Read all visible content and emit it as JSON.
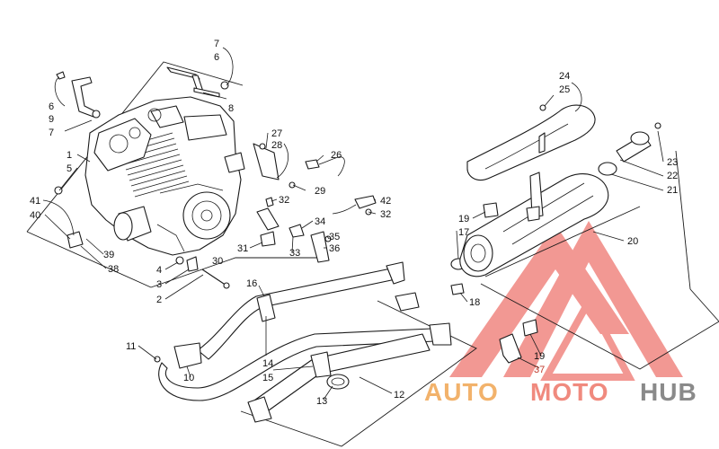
{
  "callouts": [
    {
      "id": "c7a",
      "text": "7"
    },
    {
      "id": "c6a",
      "text": "6"
    },
    {
      "id": "c8",
      "text": "8"
    },
    {
      "id": "c6b",
      "text": "6"
    },
    {
      "id": "c9",
      "text": "9"
    },
    {
      "id": "c7b",
      "text": "7"
    },
    {
      "id": "c1",
      "text": "1"
    },
    {
      "id": "c5",
      "text": "5"
    },
    {
      "id": "c41",
      "text": "41"
    },
    {
      "id": "c40",
      "text": "40"
    },
    {
      "id": "c39",
      "text": "39"
    },
    {
      "id": "c38",
      "text": "38"
    },
    {
      "id": "c27",
      "text": "27"
    },
    {
      "id": "c28",
      "text": "28"
    },
    {
      "id": "c26",
      "text": "26"
    },
    {
      "id": "c29",
      "text": "29"
    },
    {
      "id": "c32a",
      "text": "32"
    },
    {
      "id": "c42",
      "text": "42"
    },
    {
      "id": "c32b",
      "text": "32"
    },
    {
      "id": "c34",
      "text": "34"
    },
    {
      "id": "c35",
      "text": "35"
    },
    {
      "id": "c36",
      "text": "36"
    },
    {
      "id": "c33",
      "text": "33"
    },
    {
      "id": "c31",
      "text": "31"
    },
    {
      "id": "c30",
      "text": "30"
    },
    {
      "id": "c4",
      "text": "4"
    },
    {
      "id": "c3",
      "text": "3"
    },
    {
      "id": "c2",
      "text": "2"
    },
    {
      "id": "c16",
      "text": "16"
    },
    {
      "id": "c11",
      "text": "11"
    },
    {
      "id": "c10",
      "text": "10"
    },
    {
      "id": "c14",
      "text": "14"
    },
    {
      "id": "c15",
      "text": "15"
    },
    {
      "id": "c13",
      "text": "13"
    },
    {
      "id": "c12",
      "text": "12"
    },
    {
      "id": "c24",
      "text": "24"
    },
    {
      "id": "c25",
      "text": "25"
    },
    {
      "id": "c23",
      "text": "23"
    },
    {
      "id": "c22",
      "text": "22"
    },
    {
      "id": "c21",
      "text": "21"
    },
    {
      "id": "c19a",
      "text": "19"
    },
    {
      "id": "c17",
      "text": "17"
    },
    {
      "id": "c20",
      "text": "20"
    },
    {
      "id": "c18",
      "text": "18"
    },
    {
      "id": "c19b",
      "text": "19"
    },
    {
      "id": "c37",
      "text": "37"
    }
  ],
  "watermark": {
    "part1": "AUTO",
    "part2": "MOTO",
    "part3": "HUB",
    "color_auto": "#f2b26b",
    "color_moto": "#f08a7e",
    "color_hub": "#8a8a8a",
    "triangle_color": "#e8453c"
  }
}
